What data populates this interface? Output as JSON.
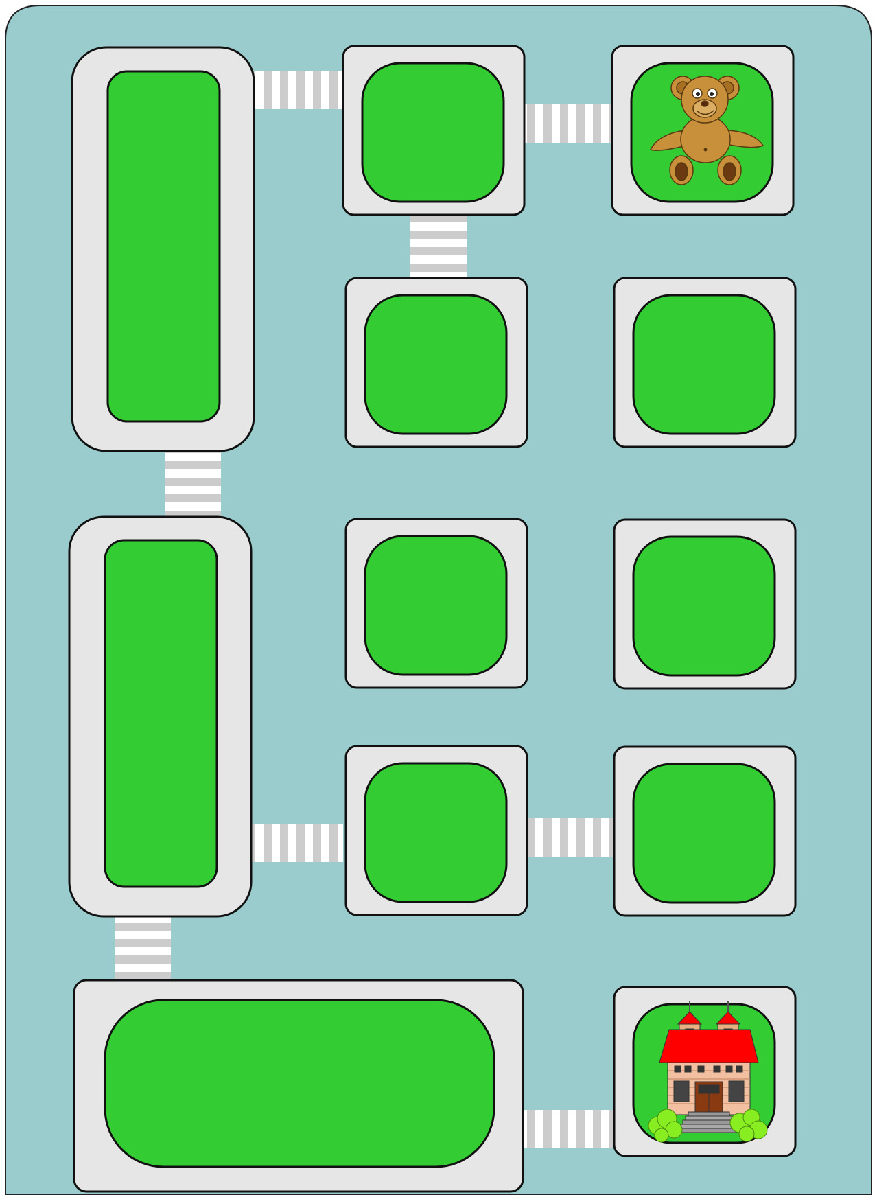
{
  "puzzle": {
    "type": "maze-path",
    "start_item": "teddy-bear",
    "goal_item": "house",
    "blocks": [
      {
        "id": "tall-left-top"
      },
      {
        "id": "square-top-mid"
      },
      {
        "id": "square-top-right",
        "contains": "teddy-bear"
      },
      {
        "id": "square-row2-mid"
      },
      {
        "id": "square-row2-right"
      },
      {
        "id": "tall-left-mid"
      },
      {
        "id": "square-row3-mid"
      },
      {
        "id": "square-row3-right"
      },
      {
        "id": "square-row4-mid"
      },
      {
        "id": "square-row4-right"
      },
      {
        "id": "wide-bottom-left"
      },
      {
        "id": "square-bottom-right",
        "contains": "house"
      }
    ],
    "crossings": [
      {
        "from": "tall-left-top",
        "to": "square-top-mid",
        "orientation": "horizontal"
      },
      {
        "from": "square-top-mid",
        "to": "square-top-right",
        "orientation": "horizontal"
      },
      {
        "from": "square-top-mid",
        "to": "square-row2-mid",
        "orientation": "vertical"
      },
      {
        "from": "tall-left-top",
        "to": "tall-left-mid",
        "orientation": "vertical"
      },
      {
        "from": "tall-left-mid",
        "to": "square-row4-mid",
        "orientation": "horizontal"
      },
      {
        "from": "square-row4-mid",
        "to": "square-row4-right",
        "orientation": "horizontal"
      },
      {
        "from": "tall-left-mid",
        "to": "wide-bottom-left",
        "orientation": "vertical"
      },
      {
        "from": "wide-bottom-left",
        "to": "square-bottom-right",
        "orientation": "horizontal"
      }
    ]
  },
  "colors": {
    "water": "#9acccd",
    "sidewalk": "#e6e6e6",
    "grass": "#33cc33",
    "crosswalk_stripe": "#ffffff",
    "crosswalk_base": "#cccccc",
    "outline": "#111111",
    "bear": "#c8903a",
    "roof": "#ff0000",
    "bush": "#88ee22"
  },
  "icons": {
    "bear": "teddy-bear-icon",
    "house": "house-icon"
  }
}
